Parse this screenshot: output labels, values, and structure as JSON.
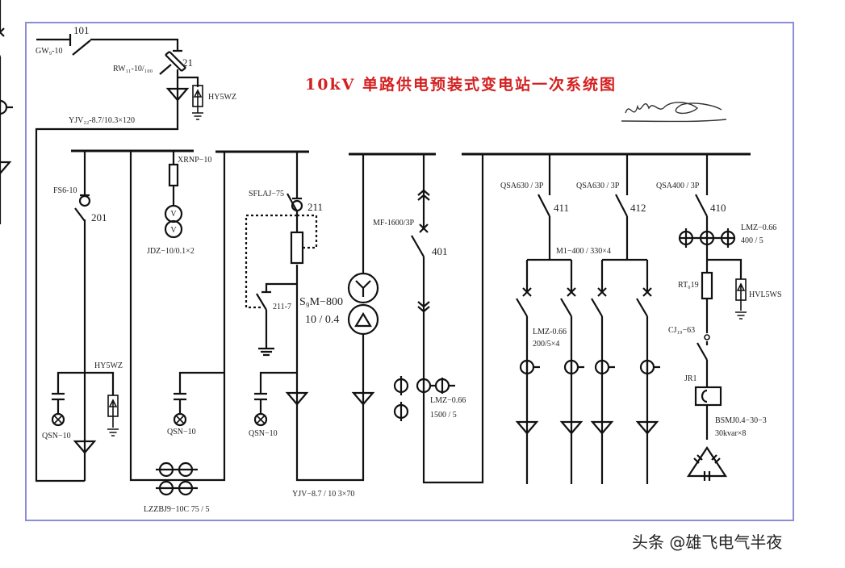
{
  "title": "10kV 单路供电预装式变电站一次系统图",
  "watermark": "头条 @雄飞电气半夜",
  "colors": {
    "title": "#d42020",
    "frame": "#8c8cd8",
    "line": "#111111"
  },
  "labels": {
    "gw": "GW₉-10",
    "sw101": "101",
    "rw": "RW₁₁-10/₁₀₀",
    "f21": "21",
    "hy5wz_top": "HY5WZ",
    "yjv22": "YJV₂₂-8.7/10.3×120",
    "fs6": "FS6-10",
    "sw201": "201",
    "xrnp": "XRNP−10",
    "v": "V",
    "jdz": "JDZ−10/0.1×2",
    "sflaj": "SFLAJ−75",
    "sw211": "211",
    "sw2117": "211-7",
    "s9m": "S₉M−800",
    "ratio": "10 / 0.4",
    "mf": "MF-1600/3P",
    "sw401": "401",
    "hy5wz_bot": "HY5WZ",
    "qsn1": "QSN−10",
    "qsn2": "QSN−10",
    "qsn3": "QSN−10",
    "lzzbj": "LZZBJ9−10C 75 / 5",
    "yjv70": "YJV−8.7 / 10 3×70",
    "lmz1500a": "LMZ−0.66",
    "lmz1500b": "1500 / 5",
    "qsa411": "QSA630 / 3P",
    "qsa412": "QSA630 / 3P",
    "qsa410": "QSA400 / 3P",
    "sw411": "411",
    "sw412": "412",
    "sw410": "410",
    "m1": "M1−400 / 330×4",
    "lmz200a": "LMZ-0.66",
    "lmz200b": "200/5×4",
    "lmz400a": "LMZ−0.66",
    "lmz400b": "400 / 5",
    "rt": "RT₀19",
    "hvl": "HVL5WS",
    "cj": "CJ₁₉−63",
    "jr1": "JR1",
    "bsmj": "BSMJ0.4−30−3",
    "kvar": "30kvar×8"
  }
}
